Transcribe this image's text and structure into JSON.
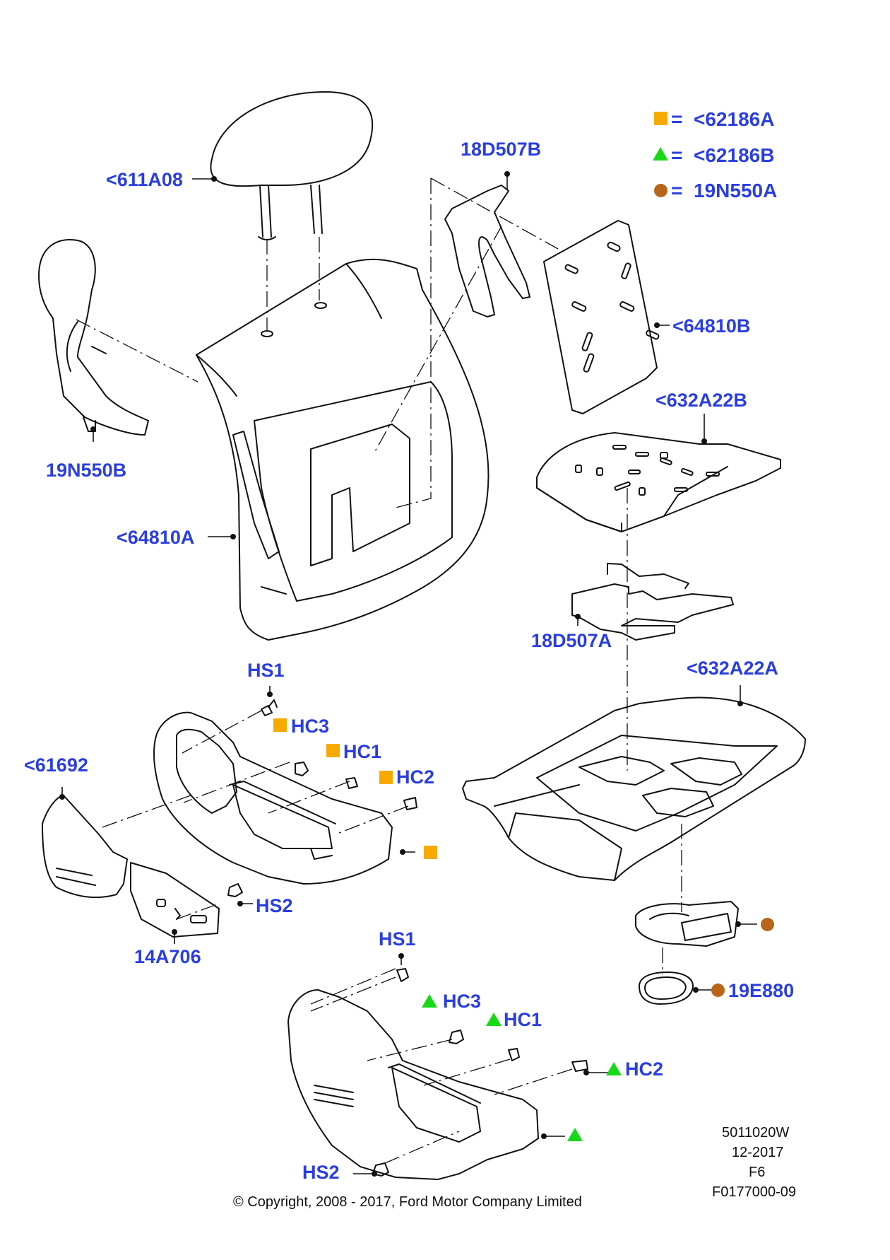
{
  "legend": [
    {
      "symbol": "square",
      "eq": "=",
      "part": "<62186A",
      "color": "#f8a900"
    },
    {
      "symbol": "triangle",
      "eq": "=",
      "part": "<62186B",
      "color": "#18d918"
    },
    {
      "symbol": "circle",
      "eq": "=",
      "part": "19N550A",
      "color": "#b8651a"
    }
  ],
  "labels": {
    "headrest": "<611A08",
    "pad_insert_top": "18D507B",
    "back_panel": "<64810B",
    "harness": "19N550B",
    "seat_back": "<64810A",
    "cushion_pad": "<632A22B",
    "pad_insert_bottom": "18D507A",
    "cushion": "<632A22A",
    "hs1_a": "HS1",
    "hc3_a": "HC3",
    "hc1_a": "HC1",
    "hc2_a": "HC2",
    "side_shield": "<61692",
    "hs2_a": "HS2",
    "switch_bezel": "14A706",
    "hs1_b": "HS1",
    "hc3_b": "HC3",
    "hc1_b": "HC1",
    "hc2_b": "HC2",
    "hs2_b": "HS2",
    "sensor": "19E880"
  },
  "meta": {
    "diagram_no": "5011020W",
    "date": "12-2017",
    "fig": "F6",
    "ref": "F0177000-09",
    "copyright": "© Copyright, 2008 - 2017, Ford Motor Company Limited"
  },
  "colors": {
    "label_blue": "#2a3ee0",
    "square_orange": "#f8a900",
    "triangle_green": "#18d918",
    "circle_brown": "#b8651a"
  }
}
